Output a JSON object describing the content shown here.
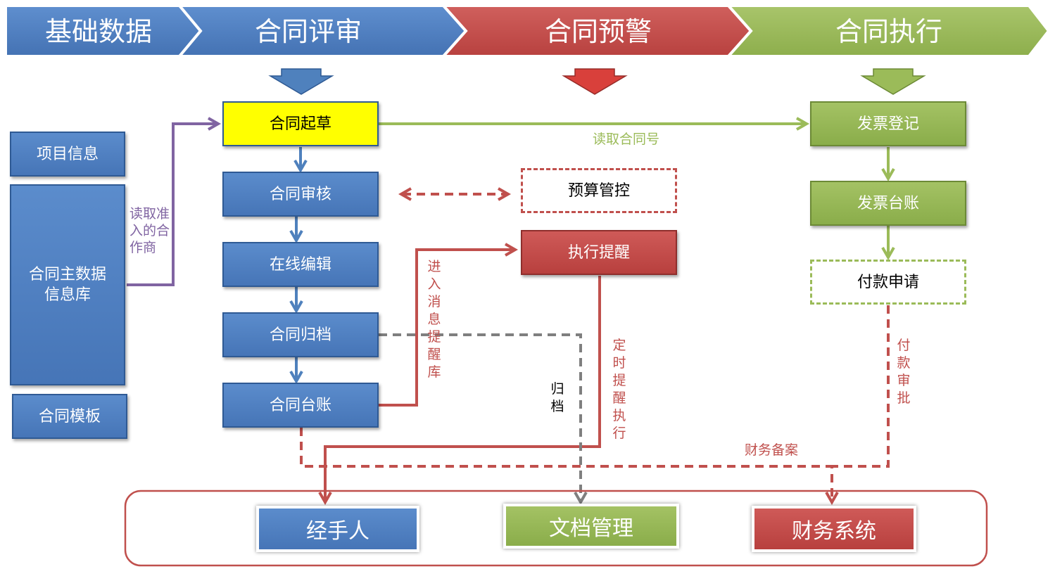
{
  "stages": [
    "基础数据",
    "合同评审",
    "合同预警",
    "合同执行"
  ],
  "left_boxes": {
    "project_info": "项目信息",
    "master_db": "合同主数据信息库",
    "template": "合同模板"
  },
  "review_flow": [
    "合同起草",
    "合同审核",
    "在线编辑",
    "合同归档",
    "合同台账"
  ],
  "warning": {
    "budget_control": "预算管控",
    "exec_reminder": "执行提醒"
  },
  "execution": {
    "invoice_register": "发票登记",
    "invoice_ledger": "发票台账",
    "payment_request": "付款申请"
  },
  "systems": {
    "handler": "经手人",
    "document_mgmt": "文档管理",
    "finance_system": "财务系统"
  },
  "labels": {
    "read_partner": "读取准入的合作商",
    "read_contract_no": "读取合同号",
    "enter_msg_db": "进入消息提醒库",
    "archive": "归档",
    "timed_reminder": "定时提醒执行",
    "payment_approval": "付款审批",
    "finance_record": "财务备案"
  },
  "colors": {
    "blue": "#4f81bd",
    "red": "#c0504d",
    "green": "#9bbb59",
    "purple": "#8064a2",
    "gray": "#7f7f7f",
    "yellow": "#ffff00"
  }
}
